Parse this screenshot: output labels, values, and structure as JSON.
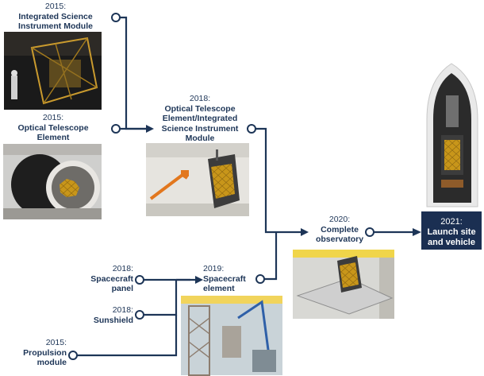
{
  "milestones": {
    "isim": {
      "year": "2015:",
      "name": "Integrated Science Instrument Module"
    },
    "ote": {
      "year": "2015:",
      "name": "Optical Telescope Element"
    },
    "otis": {
      "year": "2018:",
      "name": "Optical Telescope Element/Integrated Science Instrument Module"
    },
    "spacecraft_panel": {
      "year": "2018:",
      "name": "Spacecraft panel"
    },
    "sunshield": {
      "year": "2018:",
      "name": "Sunshield"
    },
    "propulsion": {
      "year": "2015:",
      "name": "Propulsion module"
    },
    "spacecraft_element": {
      "year": "2019:",
      "name": "Spacecraft element"
    },
    "complete": {
      "year": "2020:",
      "name": "Complete observatory"
    },
    "launch": {
      "year": "2021:",
      "name": "Launch site and vehicle"
    }
  },
  "colors": {
    "line": "#1d3557",
    "final_box": "#1b2f52",
    "mirror_gold": "#d4a017"
  }
}
